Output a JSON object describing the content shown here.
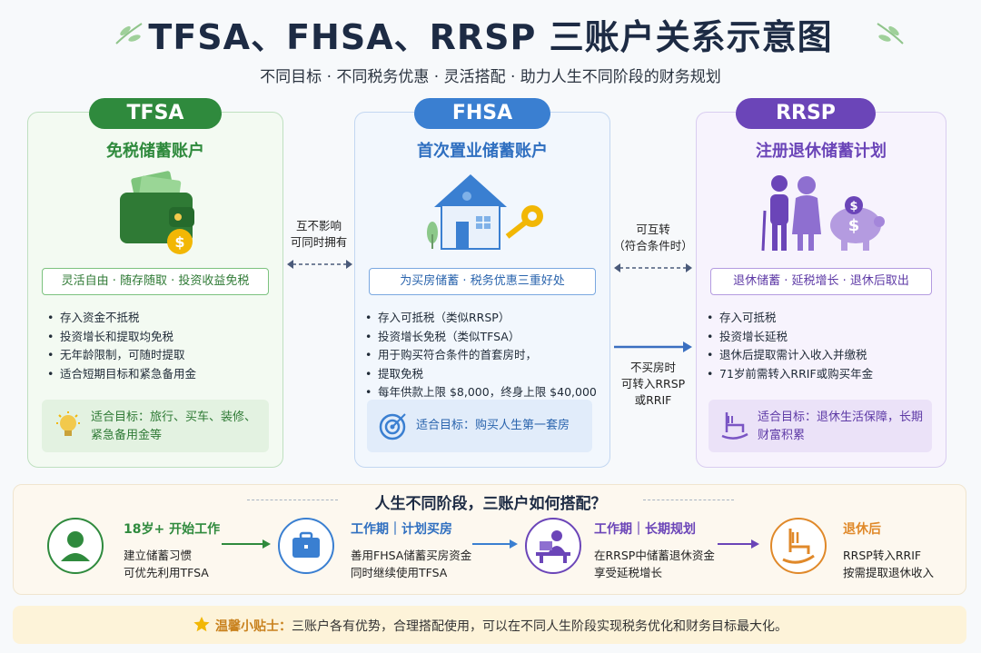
{
  "header": {
    "title": "TFSA、FHSA、RRSP 三账户关系示意图",
    "subtitle": "不同目标 · 不同税务优惠 · 灵活搭配 · 助力人生不同阶段的财务规划"
  },
  "accounts": [
    {
      "name": "TFSA",
      "full_name": "免税储蓄账户",
      "tagline": "灵活自由 · 随存随取 · 投资收益免税",
      "points": [
        "存入资金不抵税",
        "投资增长和提取均免税",
        "无年龄限制，可随时提取",
        "适合短期目标和紧急备用金"
      ],
      "goal": "适合目标：旅行、买车、装修、紧急备用金等",
      "color": "#2f8a3d"
    },
    {
      "name": "FHSA",
      "full_name": "首次置业储蓄账户",
      "tagline": "为买房储蓄 · 税务优惠三重好处",
      "points": [
        "存入可抵税（类似RRSP）",
        "投资增长免税（类似TFSA）",
        "用于购买符合条件的首套房时，",
        "提取免税",
        "每年供款上限 $8,000，终身上限 $40,000"
      ],
      "goal": "适合目标：购买人生第一套房",
      "color": "#3a7fd1"
    },
    {
      "name": "RRSP",
      "full_name": "注册退休储蓄计划",
      "tagline": "退休储蓄 · 延税增长 · 退休后取出",
      "points": [
        "存入可抵税",
        "投资增长延税",
        "退休后提取需计入收入并缴税",
        "71岁前需转入RRIF或购买年金"
      ],
      "goal": "适合目标：退休生活保障，长期财富积累",
      "color": "#6b45b8"
    }
  ],
  "relations": {
    "tfsa_fhsa_line1": "互不影响",
    "tfsa_fhsa_line2": "可同时拥有",
    "fhsa_rrsp_line1": "可互转",
    "fhsa_rrsp_line2": "（符合条件时）",
    "no_house_line1": "不买房时",
    "no_house_line2": "可转入RRSP",
    "no_house_line3": "或RRIF"
  },
  "stages_section": {
    "title": "人生不同阶段，三账户如何搭配？",
    "stages": [
      {
        "title": "18岁+ 开始工作",
        "line1": "建立储蓄习惯",
        "line2": "可优先利用TFSA",
        "icon": "person-icon"
      },
      {
        "title": "工作期｜计划买房",
        "line1": "善用FHSA储蓄买房资金",
        "line2": "同时继续使用TFSA",
        "icon": "briefcase-icon"
      },
      {
        "title": "工作期｜长期规划",
        "line1": "在RRSP中储蓄退休资金",
        "line2": "享受延税增长",
        "icon": "worker-at-desk-icon"
      },
      {
        "title": "退休后",
        "line1": "RRSP转入RRIF",
        "line2": "按需提取退休收入",
        "icon": "rocking-chair-icon"
      }
    ]
  },
  "tip": {
    "label": "温馨小贴士：",
    "text": "三账户各有优势，合理搭配使用，可以在不同人生阶段实现税务优化和财务目标最大化。"
  }
}
